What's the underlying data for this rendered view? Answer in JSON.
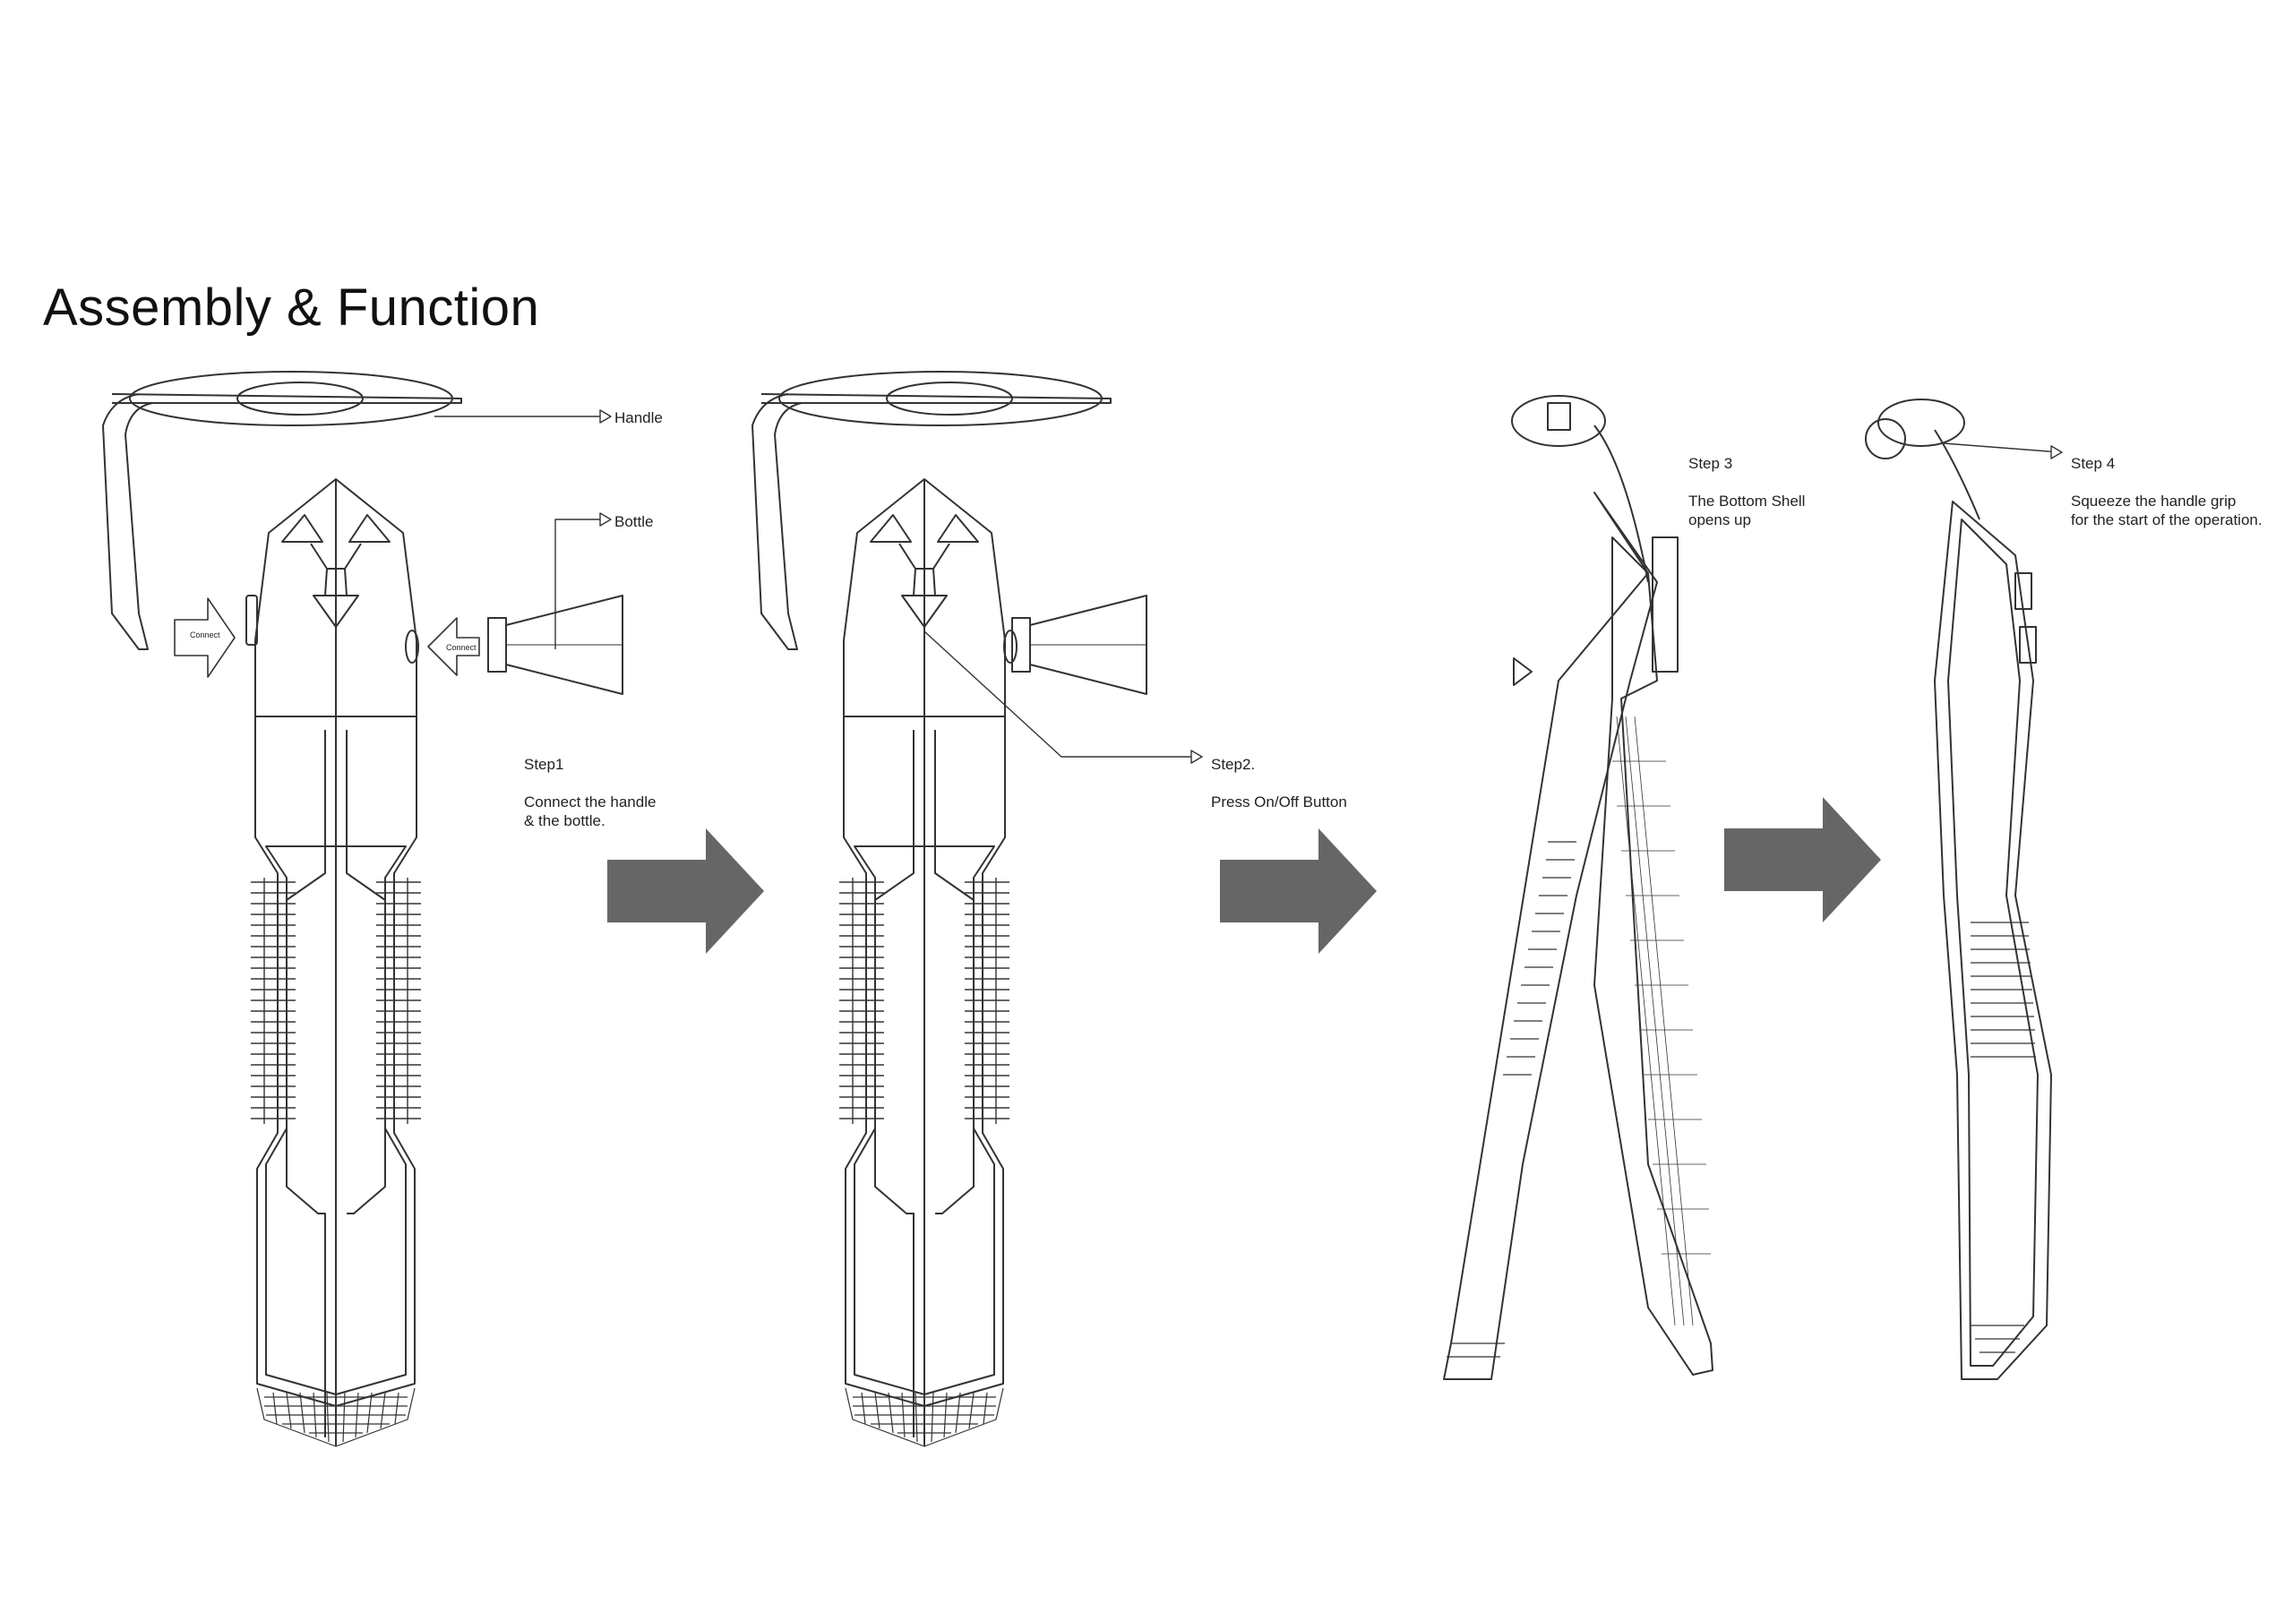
{
  "page": {
    "title": "Assembly & Function"
  },
  "labels": {
    "handle": "Handle",
    "bottle": "Bottle",
    "connect_1": "Connect",
    "connect_2": "Connect"
  },
  "steps": [
    {
      "title": "Step1",
      "text": "Connect the handle\n& the bottle."
    },
    {
      "title": "Step2.",
      "text": "Press On/Off Button"
    },
    {
      "title": "Step 3",
      "text": "The Bottom Shell\nopens up"
    },
    {
      "title": "Step 4",
      "text": "Squeeze the handle grip\nfor the start of the operation."
    }
  ],
  "colors": {
    "line": "#333333",
    "arrow": "#666666",
    "background": "#ffffff"
  },
  "icons": [
    "right-arrow-icon",
    "connect-arrow-icon",
    "pointer-arrow-icon"
  ]
}
